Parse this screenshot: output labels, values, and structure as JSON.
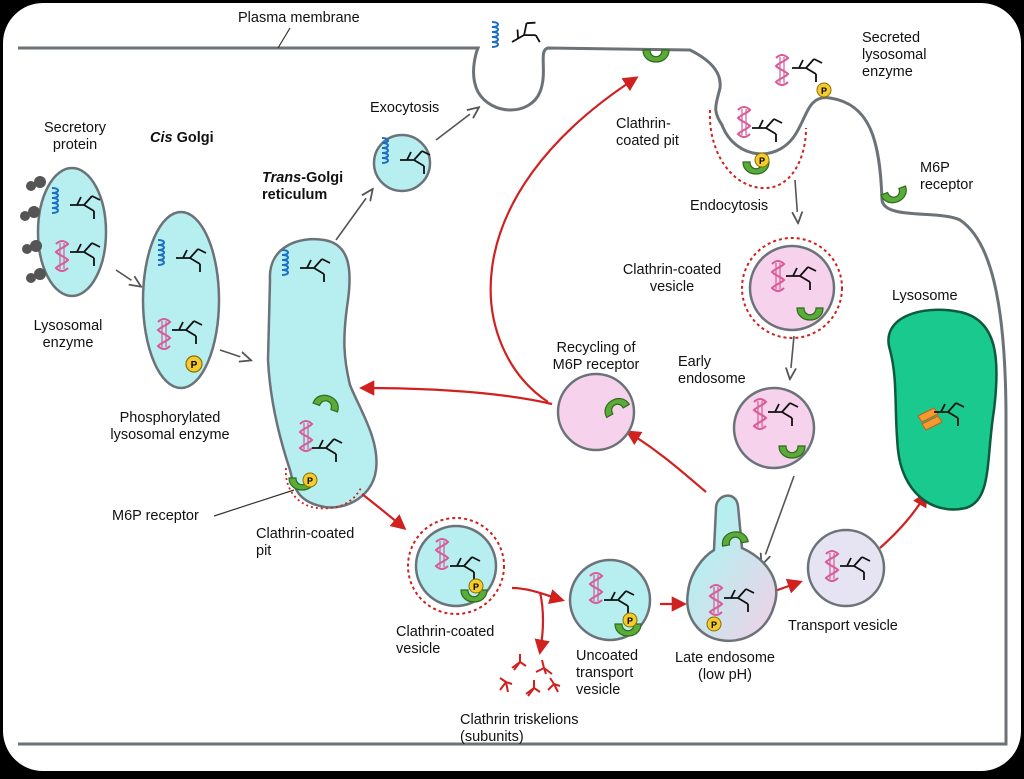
{
  "labels": {
    "plasma_membrane": "Plasma membrane",
    "secretory_protein": "Secretory\nprotein",
    "cis_golgi_italic": "Cis",
    "cis_golgi_rest": " Golgi",
    "trans_golgi_italic": "Trans",
    "trans_golgi_rest": "-Golgi\nreticulum",
    "lysosomal_enzyme": "Lysosomal\nenzyme",
    "phosphorylated_enzyme": "Phosphorylated\nlysosomal enzyme",
    "exocytosis": "Exocytosis",
    "m6p_receptor_left": "M6P receptor",
    "clathrin_coated_pit_golgi": "Clathrin-coated\npit",
    "clathrin_coated_vesicle_bottom": "Clathrin-coated\nvesicle",
    "clathrin_triskelions": "Clathrin triskelions\n(subunits)",
    "uncoated_transport_vesicle": "Uncoated\ntransport\nvesicle",
    "late_endosome": "Late endosome\n(low pH)",
    "transport_vesicle": "Transport vesicle",
    "recycling_m6p": "Recycling of\nM6P receptor",
    "clathrin_coated_pit_pm": "Clathrin-\ncoated pit",
    "endocytosis": "Endocytosis",
    "clathrin_coated_vesicle_top": "Clathrin-coated\nvesicle",
    "early_endosome": "Early\nendosome",
    "secreted_lysosomal_enzyme": "Secreted\nlysosomal\nenzyme",
    "m6p_receptor_right": "M6P\nreceptor",
    "lysosome": "Lysosome",
    "phosphate_symbol": "P"
  },
  "colors": {
    "background": "#000000",
    "frame": "#ffffff",
    "membrane": "#6b7378",
    "cyan_compartment": "#b7eef0",
    "pink_vesicle": "#f6d2ec",
    "lysosome_green": "#19c98e",
    "receptor_green": "#5bab3a",
    "phosphate_yellow": "#f5cc2e",
    "clathrin_red": "#d02020",
    "protein_blue": "#1c6fc4",
    "enzyme_pink": "#d85a98",
    "ribosome_gray": "#555555"
  }
}
